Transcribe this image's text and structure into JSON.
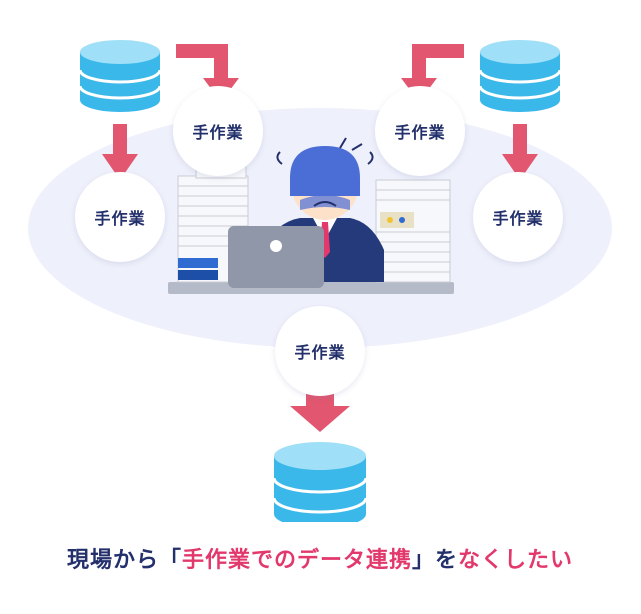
{
  "labels": {
    "manual_work": "手作業"
  },
  "caption": {
    "part1": "現場から「",
    "part2": "手作業でのデータ連携",
    "part3": "」を",
    "part4": "なくしたい"
  },
  "colors": {
    "arrow": "#e2566f",
    "db_fill": "#3ab8ea",
    "db_top": "#9fdff7",
    "navy": "#23306b",
    "pink": "#e2386c",
    "ellipse": "#eef0fb"
  }
}
